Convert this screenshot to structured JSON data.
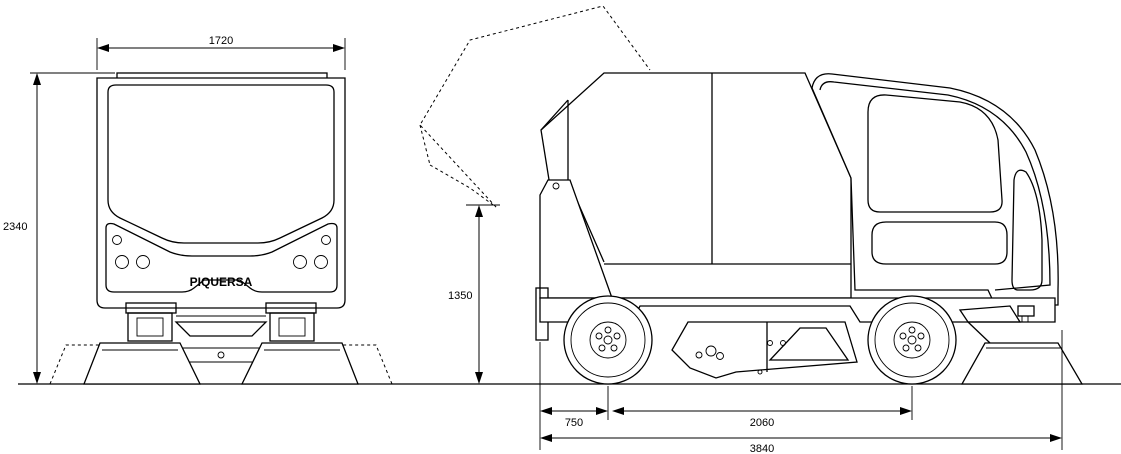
{
  "front_view": {
    "width_label": "1720",
    "height_label": "2340",
    "brand_label": "PIQUERSA"
  },
  "side_view": {
    "hopper_height_label": "1350",
    "front_overhang_label": "750",
    "wheelbase_label": "2060",
    "overall_length_label": "3840"
  }
}
